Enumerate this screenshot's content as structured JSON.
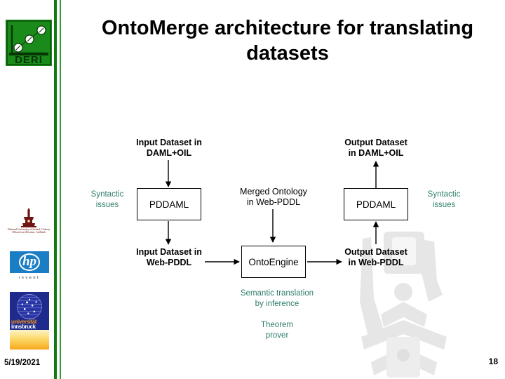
{
  "slide": {
    "title": "OntoMerge architecture for translating datasets",
    "date": "5/19/2021",
    "page_number": "18"
  },
  "branding": {
    "deri": {
      "name": "deri-logo",
      "text": "DERI",
      "bg_color": "#1a8a1a",
      "accent_color": "#0b4f0b"
    },
    "nuig": {
      "name": "nui-galway-logo",
      "line1": "National University of Ireland, Galway",
      "line2": "Ollscoil na hÉireann, Gaillimh",
      "color": "#6e1414"
    },
    "hp": {
      "name": "hp-invent-logo",
      "letters": "hp",
      "tagline": "invent",
      "color": "#1b7ec4"
    },
    "uibk": {
      "name": "universitaet-innsbruck-logo",
      "word1": "universität",
      "word2": "innsbruck",
      "top_color": "#1f2b8c",
      "accent_color": "#f7a81b"
    },
    "rail_color": "#137a13"
  },
  "diagram": {
    "type": "flow-architecture",
    "note_color": "#2e7d6b",
    "boxes": [
      {
        "id": "pddaml-left",
        "label": "PDDAML"
      },
      {
        "id": "ontoengine",
        "label": "OntoEngine"
      },
      {
        "id": "pddaml-right",
        "label": "PDDAML"
      }
    ],
    "labels": [
      {
        "id": "input-daml",
        "text": "Input Dataset in\nDAML+OIL"
      },
      {
        "id": "input-webpddl",
        "text": "Input Dataset in\nWeb-PDDL"
      },
      {
        "id": "merged-onto",
        "text": "Merged Ontology\nin Web-PDDL"
      },
      {
        "id": "output-daml",
        "text": "Output Dataset\nin DAML+OIL"
      },
      {
        "id": "output-webpddl",
        "text": "Output Dataset\nin Web-PDDL"
      }
    ],
    "notes": [
      {
        "id": "syntactic-left",
        "text": "Syntactic\nissues"
      },
      {
        "id": "syntactic-right",
        "text": "Syntactic\nissues"
      },
      {
        "id": "semantic",
        "text": "Semantic translation\nby inference"
      },
      {
        "id": "theorem-prover",
        "text": "Theorem\nprover"
      }
    ]
  }
}
